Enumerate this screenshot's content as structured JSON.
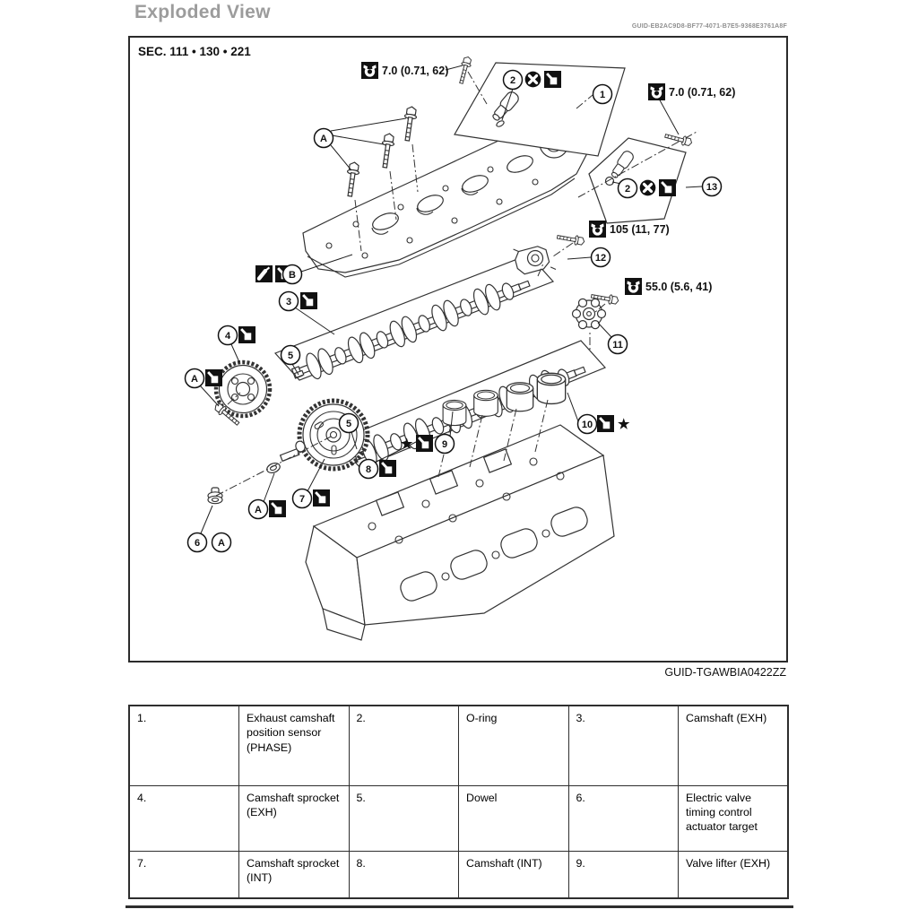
{
  "page": {
    "title": "Exploded View",
    "doc_guid": "GUID-EB2AC9D8-BF77-4071-B7E5-9368E3761A8F",
    "figure_guid": "GUID-TGAWBIA0422ZZ"
  },
  "diagram": {
    "section_label": "SEC. 111 • 130 • 221",
    "torque_specs": {
      "sensor_left": "7.0 (0.71, 62)",
      "sensor_right": "7.0 (0.71, 62)",
      "bracket": "105 (11, 77)",
      "camshaft_end": "55.0 (5.6, 41)"
    },
    "callouts": {
      "n1": "1",
      "n2": "2",
      "n3": "3",
      "n4": "4",
      "n5": "5",
      "n6": "6",
      "n7": "7",
      "n8": "8",
      "n9": "9",
      "n10": "10",
      "n11": "11",
      "n12": "12",
      "n13": "13",
      "a": "A",
      "b": "B",
      "star": "★"
    },
    "icon_legend": {
      "torque": "torque-spec-icon",
      "oil": "apply-engine-oil-icon",
      "no_reuse": "do-not-reuse-icon",
      "sealant": "apply-sealant-icon"
    }
  },
  "parts_table": {
    "rows": [
      [
        {
          "num": "1.",
          "desc": "Exhaust camshaft position sensor (PHASE)"
        },
        {
          "num": "2.",
          "desc": "O-ring"
        },
        {
          "num": "3.",
          "desc": "Camshaft (EXH)"
        }
      ],
      [
        {
          "num": "4.",
          "desc": "Camshaft sprocket (EXH)"
        },
        {
          "num": "5.",
          "desc": "Dowel"
        },
        {
          "num": "6.",
          "desc": "Electric valve timing control actuator target"
        }
      ],
      [
        {
          "num": "7.",
          "desc": "Camshaft sprocket (INT)"
        },
        {
          "num": "8.",
          "desc": "Camshaft (INT)"
        },
        {
          "num": "9.",
          "desc": "Valve lifter (EXH)"
        }
      ]
    ]
  }
}
